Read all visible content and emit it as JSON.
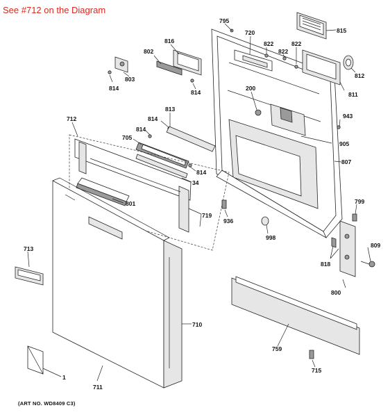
{
  "header": {
    "note": "See #712 on the Diagram"
  },
  "footer": {
    "art_no": "(ART NO. WD8409 C3)"
  },
  "callouts": [
    {
      "id": "795",
      "label": "795"
    },
    {
      "id": "720",
      "label": "720"
    },
    {
      "id": "815",
      "label": "815"
    },
    {
      "id": "816",
      "label": "816"
    },
    {
      "id": "802",
      "label": "802"
    },
    {
      "id": "822a",
      "label": "822"
    },
    {
      "id": "822b",
      "label": "822"
    },
    {
      "id": "822c",
      "label": "822"
    },
    {
      "id": "812",
      "label": "812"
    },
    {
      "id": "803",
      "label": "803"
    },
    {
      "id": "814a",
      "label": "814"
    },
    {
      "id": "814b",
      "label": "814"
    },
    {
      "id": "811",
      "label": "811"
    },
    {
      "id": "200",
      "label": "200"
    },
    {
      "id": "813",
      "label": "813"
    },
    {
      "id": "814c",
      "label": "814"
    },
    {
      "id": "712",
      "label": "712"
    },
    {
      "id": "943",
      "label": "943"
    },
    {
      "id": "814d",
      "label": "814"
    },
    {
      "id": "705",
      "label": "705"
    },
    {
      "id": "905",
      "label": "905"
    },
    {
      "id": "807",
      "label": "807"
    },
    {
      "id": "814e",
      "label": "814"
    },
    {
      "id": "34",
      "label": "34"
    },
    {
      "id": "801",
      "label": "801"
    },
    {
      "id": "799",
      "label": "799"
    },
    {
      "id": "719",
      "label": "719"
    },
    {
      "id": "936",
      "label": "936"
    },
    {
      "id": "998",
      "label": "998"
    },
    {
      "id": "713",
      "label": "713"
    },
    {
      "id": "809",
      "label": "809"
    },
    {
      "id": "818",
      "label": "818"
    },
    {
      "id": "800",
      "label": "800"
    },
    {
      "id": "710",
      "label": "710"
    },
    {
      "id": "759",
      "label": "759"
    },
    {
      "id": "715",
      "label": "715"
    },
    {
      "id": "1",
      "label": "1"
    },
    {
      "id": "711",
      "label": "711"
    }
  ]
}
